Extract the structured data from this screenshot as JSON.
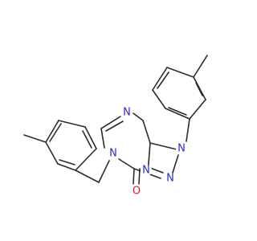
{
  "molecule": {
    "atoms": {
      "n_pyrimidine": {
        "text": "N",
        "color": "#2a2ad6"
      },
      "n_triazole_1": {
        "text": "N",
        "color": "#2a2ad6"
      },
      "n_triazole_2": {
        "text": "N",
        "color": "#2a2ad6"
      },
      "n_triazole_3": {
        "text": "N",
        "color": "#2a2ad6"
      },
      "n_benzyl": {
        "text": "N",
        "color": "#2a2ad6"
      },
      "o_carbonyl": {
        "text": "O",
        "color": "#e21a1a"
      }
    },
    "bond_color": "#2b2b2b"
  }
}
